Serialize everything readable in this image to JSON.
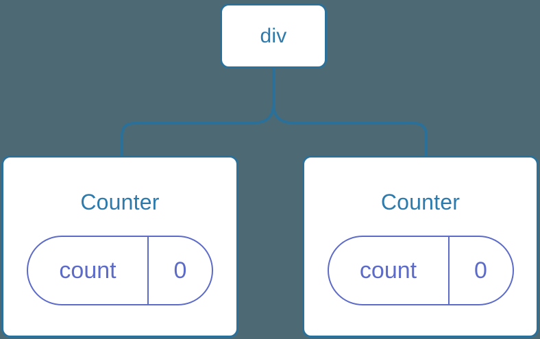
{
  "diagram": {
    "type": "component-tree",
    "background_color": "#4d6a74",
    "node_border_color": "#2b7099",
    "node_fill_color": "#ffffff",
    "title_color": "#2d7aad",
    "state_color": "#5c6bc8",
    "connector_color": "#2b7099",
    "root": {
      "label": "div"
    },
    "children": [
      {
        "label": "Counter",
        "state": {
          "key": "count",
          "value": "0"
        }
      },
      {
        "label": "Counter",
        "state": {
          "key": "count",
          "value": "0"
        }
      }
    ]
  }
}
